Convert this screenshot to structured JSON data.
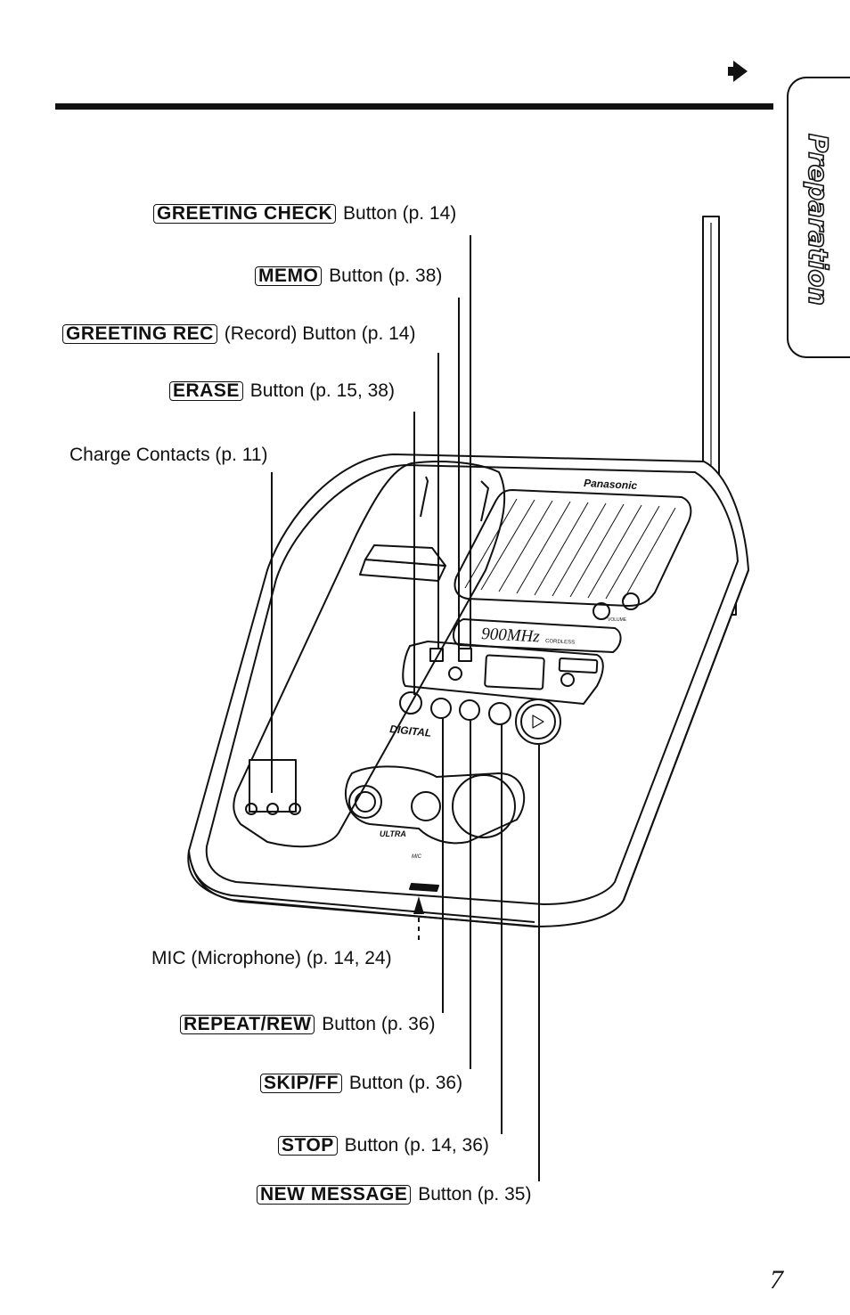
{
  "section_tab": "Preparation",
  "page_number": "7",
  "callouts": {
    "greeting_check": {
      "key": "GREETING CHECK",
      "text": "Button (p. 14)"
    },
    "memo": {
      "key": "MEMO",
      "text": "Button (p. 38)"
    },
    "greeting_rec": {
      "key": "GREETING REC",
      "text": "(Record) Button (p. 14)"
    },
    "erase": {
      "key": "ERASE",
      "text": "Button (p. 15, 38)"
    },
    "charge_contacts": {
      "text": "Charge Contacts (p. 11)"
    },
    "mic": {
      "text": "MIC (Microphone) (p. 14, 24)"
    },
    "repeat_rew": {
      "key": "REPEAT/REW",
      "text": "Button (p. 36)"
    },
    "skip_ff": {
      "key": "SKIP/FF",
      "text": "Button (p. 36)"
    },
    "stop": {
      "key": "STOP",
      "text": "Button (p. 14, 36)"
    },
    "new_message": {
      "key": "NEW MESSAGE",
      "text": "Button (p. 35)"
    }
  },
  "device_labels": {
    "brand": "Panasonic",
    "band": "900MHz",
    "band_sub": "CORDLESS",
    "digital": "DIGITAL",
    "ultra": "ULTRA",
    "volume": "VOLUME",
    "mic": "MIC"
  }
}
